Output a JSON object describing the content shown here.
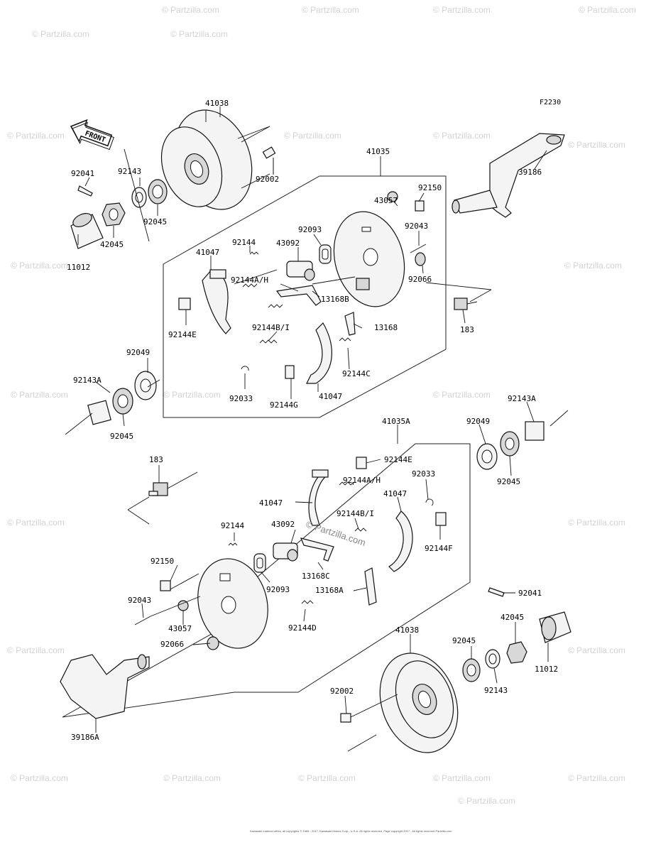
{
  "figure_code": "F2230",
  "front_label": "FRONT",
  "watermark": "© Partzilla.com",
  "center_watermark": "© Partzilla.com",
  "copyright": "Kawasaki material within, all copyrights © 1986 - 2017, Kawasaki Motors Corp., U.S.A. All rights reserved. Page copyright 2017 - All rights reserved Partzilla.com",
  "part_labels": {
    "l41038_top": "41038",
    "l41035": "41035",
    "l92150_top": "92150",
    "l43057_top": "43057",
    "l92043_top": "92043",
    "l92066_top": "92066",
    "l92002_top": "92002",
    "l39186": "39186",
    "l92041_top": "92041",
    "l92143_top": "92143",
    "l92045_top": "92045",
    "l42045_top": "42045",
    "l11012_top": "11012",
    "l92093_top": "92093",
    "l43092_top": "43092",
    "l92144_top": "92144",
    "l41047_top": "41047",
    "l92144AH_top": "92144A/H",
    "l13168B": "13168B",
    "l92144E_top": "92144E",
    "l92144BI_top": "92144B/I",
    "l13168": "13168",
    "l92144C": "92144C",
    "l92033_top": "92033",
    "l92144G": "92144G",
    "l41047_top2": "41047",
    "l183_top": "183",
    "l92049_left": "92049",
    "l92143A_left": "92143A",
    "l92045_left": "92045",
    "l92143A_right": "92143A",
    "l92049_right": "92049",
    "l92045_right": "92045",
    "l41035A": "41035A",
    "l92144E_bot": "92144E",
    "l183_bot": "183",
    "l92144AH_bot": "92144A/H",
    "l92033_bot": "92033",
    "l41047_bot": "41047",
    "l41047_bot2": "41047",
    "l92144BI_bot": "92144B/I",
    "l92144F": "92144F",
    "l92144_bot": "92144",
    "l43092_bot": "43092",
    "l13168C": "13168C",
    "l92150_bot": "92150",
    "l92093_bot": "92093",
    "l13168A": "13168A",
    "l92043_bot": "92043",
    "l43057_bot": "43057",
    "l92144D": "92144D",
    "l92066_bot": "92066",
    "l92041_bot": "92041",
    "l42045_bot": "42045",
    "l41038_bot": "41038",
    "l92045_bot": "92045",
    "l11012_bot": "11012",
    "l92002_bot": "92002",
    "l92143_bot": "92143",
    "l39186A": "39186A"
  }
}
